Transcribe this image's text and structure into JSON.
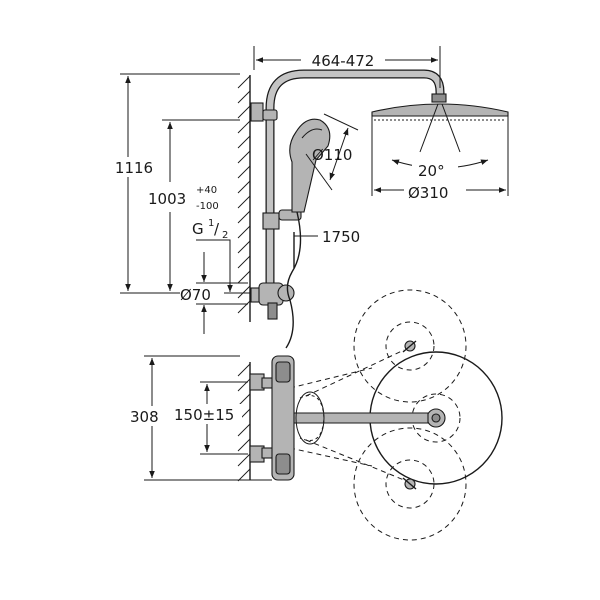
{
  "dimensions": {
    "rail_width": "464-472",
    "total_height": "1116",
    "outlet_height_main": "1003",
    "outlet_height_tol_plus": "+40",
    "outlet_height_tol_minus": "-100",
    "thread_prefix": "G",
    "thread_num": "1",
    "thread_den": "2",
    "wall_diameter": "Ø70",
    "hand_shower_diameter": "Ø110",
    "hose_length": "1750",
    "spray_angle": "20°",
    "head_shower_diameter": "Ø310",
    "plan_depth": "308",
    "inlet_centres": "150±15"
  },
  "icons": {
    "wall": "wall-hatch",
    "head_shower": "head-shower",
    "hand_shower": "hand-shower",
    "thermostat": "thermostat-mixer"
  }
}
